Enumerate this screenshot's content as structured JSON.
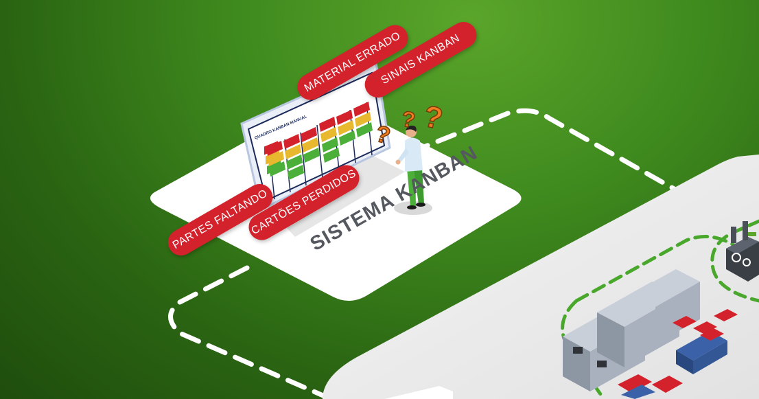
{
  "title": "SISTEMA KANBAN",
  "board_title": "QUADRO KANBAN MANUAL",
  "tags": {
    "partes_faltando": "PARTES FALTANDO",
    "cartoes_perdidos": "CARTÕES PERDIDOS",
    "material_errado": "MATERIAL ERRADO",
    "sinais_kanban": "SINAIS KANBAN"
  },
  "colors": {
    "background": "#3f8a1e",
    "tag": "#d4222c",
    "platform": "#ffffff",
    "board_frame": "#1c2a5a",
    "label_text": "#55595f"
  },
  "icons": {
    "question_marks": "question-mark-icon",
    "worker": "worker-figure",
    "warehouse": "warehouse-racks",
    "factory": "factory-building"
  }
}
